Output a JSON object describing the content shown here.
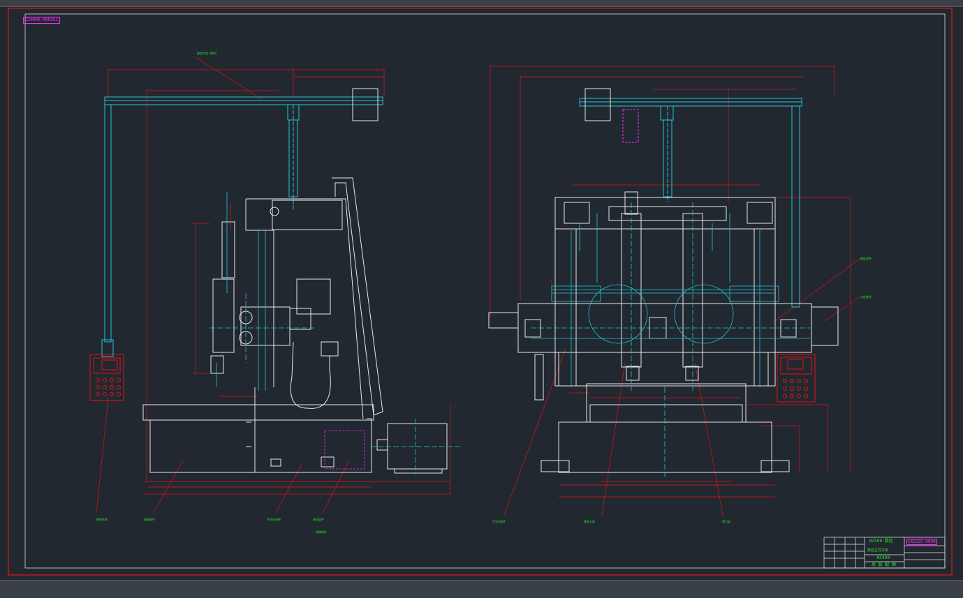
{
  "drawing": {
    "corner_id": "ZJ0000-0002S1",
    "colors": {
      "background": "#212830",
      "frame": "#e01515",
      "cyan": "#25c5d6",
      "white": "#e9e9e9",
      "green": "#27e82b",
      "magenta": "#ff2bff"
    }
  },
  "title_block": {
    "title_line1": "Ø2500 数控",
    "title_line2": "数控立式车床",
    "model": "NC400",
    "sheet_title": "总 装 配 图",
    "drawing_no": "CK5225-0000"
  },
  "left_view_tags": [
    {
      "id": "top",
      "text": "数控刀架 NB04"
    },
    {
      "id": "a",
      "text": "数控系统"
    },
    {
      "id": "b",
      "text": "底座部件"
    },
    {
      "id": "c",
      "text": "主传动系统"
    },
    {
      "id": "d",
      "text": "液压部件"
    },
    {
      "id": "e",
      "text": "润滑部件"
    }
  ],
  "right_view_tags": [
    {
      "id": "f",
      "text": "横梁部件"
    },
    {
      "id": "g",
      "text": "立柱部件"
    },
    {
      "id": "h",
      "text": "工作台部件"
    },
    {
      "id": "i",
      "text": "垂直刀架"
    },
    {
      "id": "j",
      "text": "侧刀架"
    }
  ]
}
